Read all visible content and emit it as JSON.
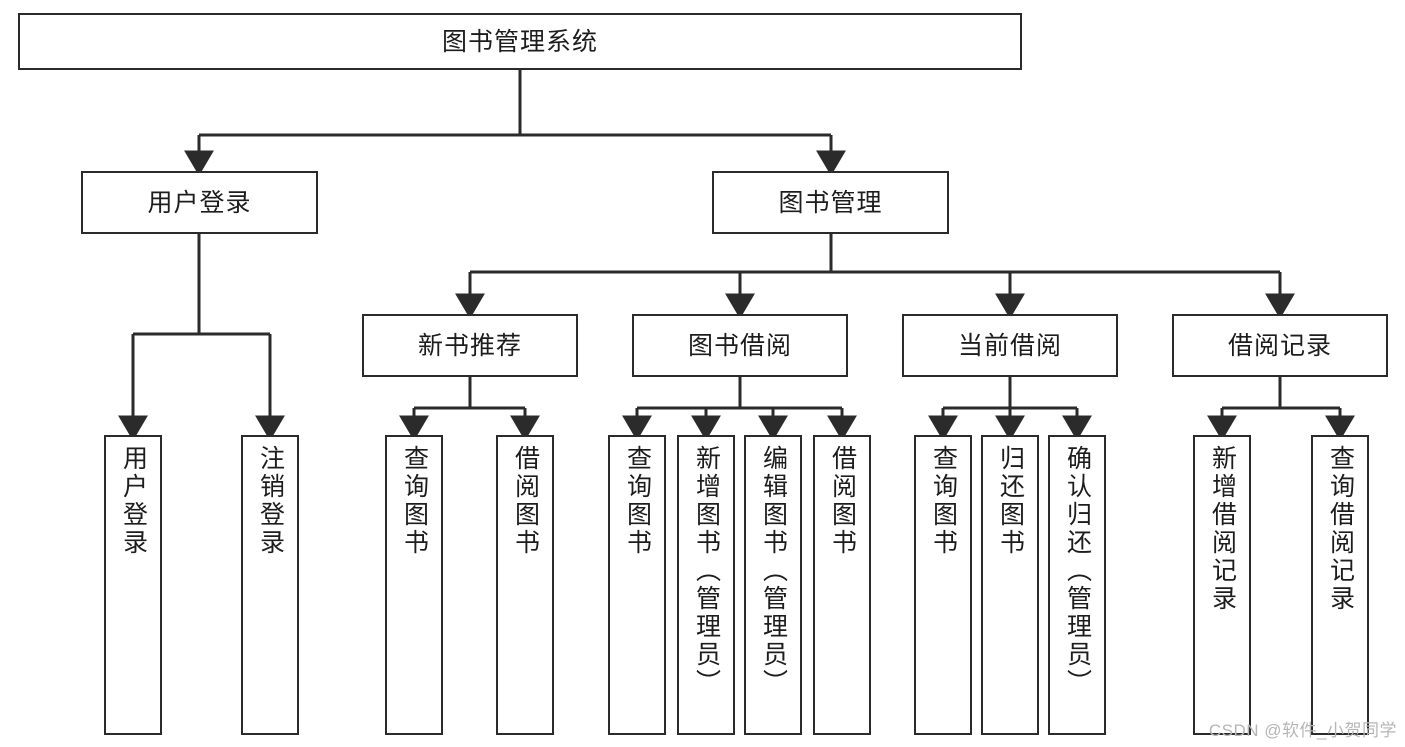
{
  "diagram": {
    "title": "图书管理系统",
    "type": "tree-hierarchy-diagram",
    "colors": {
      "box_border": "#2b2b2b",
      "box_fill": "#ffffff",
      "connector": "#2b2b2b",
      "text": "#1d1d1d",
      "watermark": "#b6b6b6",
      "background": "#ffffff"
    },
    "root": {
      "label": "图书管理系统"
    },
    "level2": [
      {
        "label": "用户登录"
      },
      {
        "label": "图书管理"
      }
    ],
    "level3": [
      {
        "label": "新书推荐"
      },
      {
        "label": "图书借阅"
      },
      {
        "label": "当前借阅"
      },
      {
        "label": "借阅记录"
      }
    ],
    "leaves": {
      "user_login": [
        {
          "label": "用户登录"
        },
        {
          "label": "注销登录"
        }
      ],
      "new_book_recommend": [
        {
          "label": "查询图书"
        },
        {
          "label": "借阅图书"
        }
      ],
      "book_borrow": [
        {
          "label": "查询图书"
        },
        {
          "label": "新增图书（管理员）"
        },
        {
          "label": "编辑图书（管理员）"
        },
        {
          "label": "借阅图书"
        }
      ],
      "current_borrow": [
        {
          "label": "查询图书"
        },
        {
          "label": "归还图书"
        },
        {
          "label": "确认归还（管理员）"
        }
      ],
      "borrow_record": [
        {
          "label": "新增借阅记录"
        },
        {
          "label": "查询借阅记录"
        }
      ]
    }
  },
  "watermark": {
    "text": "CSDN @软件_小贺同学"
  }
}
